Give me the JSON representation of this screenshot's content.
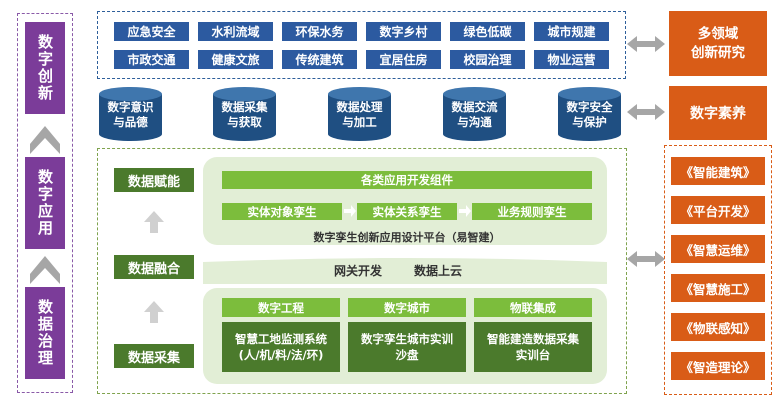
{
  "left_column": {
    "blocks": [
      "数字创新",
      "数字应用",
      "数据治理"
    ]
  },
  "domains": [
    [
      "应急安全",
      "水利流域",
      "环保水务",
      "数字乡村",
      "绿色低碳",
      "城市规建"
    ],
    [
      "市政交通",
      "健康文旅",
      "传统建筑",
      "宜居住房",
      "校园治理",
      "物业运营"
    ]
  ],
  "cylinders": [
    [
      "数字意识",
      "与品德"
    ],
    [
      "数据采集",
      "与获取"
    ],
    [
      "数据处理",
      "与加工"
    ],
    [
      "数据交流",
      "与沟通"
    ],
    [
      "数字安全",
      "与保护"
    ]
  ],
  "stages": {
    "empower": "数据赋能",
    "fusion": "数据融合",
    "collect": "数据采集"
  },
  "platform": {
    "components": "各类应用开发组件",
    "twins": [
      "实体对象孪生",
      "实体关系孪生",
      "业务规则孪生"
    ],
    "name": "数字孪生创新应用设计平台（易智建）"
  },
  "gateway": {
    "text1": "网关开发",
    "text2": "数据上云"
  },
  "collection": {
    "headers": [
      "数字工程",
      "数字城市",
      "物联集成"
    ],
    "boxes": [
      [
        "智慧工地监测系统",
        "(人/机/料/法/环)"
      ],
      [
        "数字孪生城市实训",
        "沙盘"
      ],
      [
        "智能建造数据采集",
        "实训台"
      ]
    ]
  },
  "right_column": {
    "research": [
      "多领域",
      "创新研究"
    ],
    "literacy": "数字素养",
    "courses": [
      "《智能建筑》",
      "《平台开发》",
      "《智慧运维》",
      "《智慧施工》",
      "《物联感知》",
      "《智造理论》"
    ]
  },
  "colors": {
    "purple": "#7b3c99",
    "blue": "#2c5aa0",
    "dark_green": "#4b7a2c",
    "light_green": "#7cbd3c",
    "orange": "#d95c17",
    "grey_arrow": "#a6a6a6"
  }
}
